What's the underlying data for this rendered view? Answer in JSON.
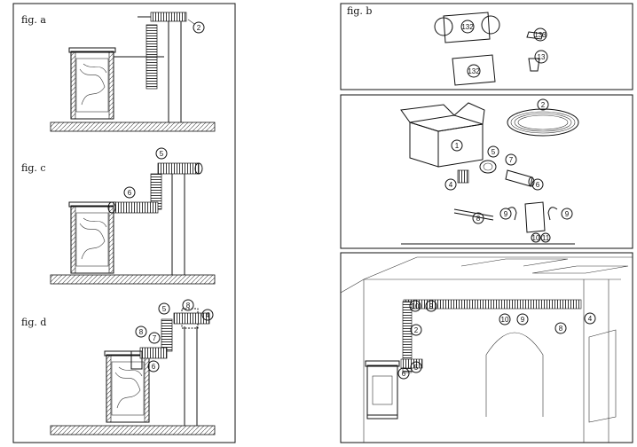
{
  "figures": {
    "a": {
      "label": "fig. a",
      "callouts": [
        "2"
      ]
    },
    "b": {
      "label": "fig. b",
      "callouts": [
        "132",
        "133",
        "132",
        "13"
      ]
    },
    "c": {
      "label": "fig. c",
      "callouts": [
        "5",
        "6"
      ]
    },
    "d": {
      "label": "fig. d",
      "callouts": [
        "5",
        "8",
        "4",
        "8",
        "7",
        "6"
      ]
    },
    "kit": {
      "callouts": [
        "1",
        "2",
        "5",
        "7",
        "4",
        "6",
        "8",
        "9",
        "9",
        "10",
        "11"
      ]
    },
    "room": {
      "callouts": [
        "10",
        "9",
        "10",
        "9",
        "2",
        "8",
        "4",
        "6",
        "5"
      ]
    }
  }
}
